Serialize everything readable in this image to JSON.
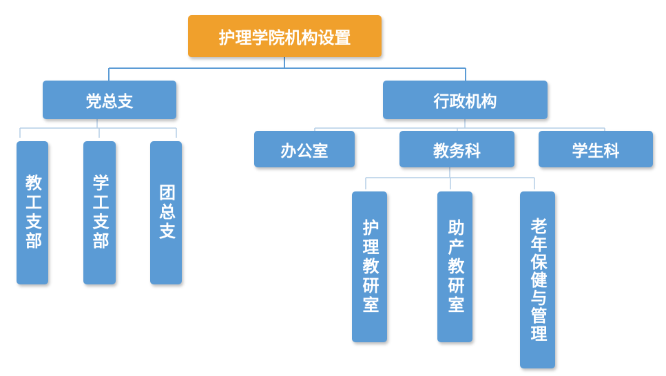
{
  "root": {
    "label": "护理学院机构设置"
  },
  "branches": {
    "party": {
      "label": "党总支",
      "children": [
        "教工支部",
        "学工支部",
        "团总支"
      ]
    },
    "admin": {
      "label": "行政机构",
      "children": {
        "office": "办公室",
        "academic": "教务科",
        "student": "学生科"
      },
      "academic_children": [
        "护理教研室",
        "助产教研室",
        "老年保健与管理"
      ]
    }
  },
  "colors": {
    "root": "#f0a02c",
    "node": "#5b9bd5",
    "line": "#5b9bd5",
    "light_line": "#b4cde6"
  }
}
